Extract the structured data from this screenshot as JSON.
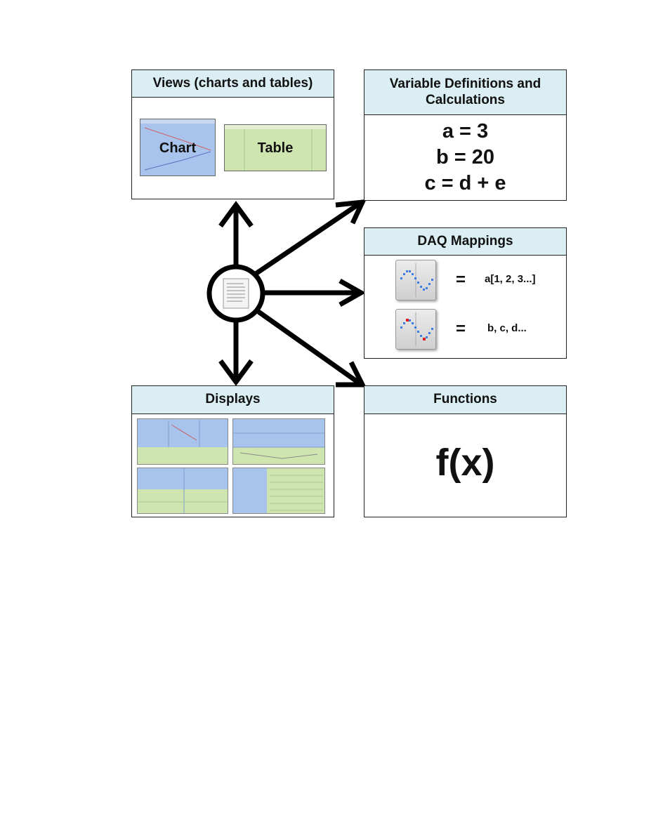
{
  "views": {
    "title": "Views (charts and tables)",
    "chart_label": "Chart",
    "table_label": "Table"
  },
  "variables": {
    "title_line1": "Variable Definitions and",
    "title_line2": "Calculations",
    "lines": [
      "a = 3",
      "b = 20",
      "c = d + e"
    ]
  },
  "daq": {
    "title": "DAQ Mappings",
    "mappings": [
      {
        "icon": "waveform-icon",
        "equals": "=",
        "value": "a[1, 2, 3...]"
      },
      {
        "icon": "waveform-selected-icon",
        "equals": "=",
        "value": "b, c, d..."
      }
    ]
  },
  "displays": {
    "title": "Displays"
  },
  "functions": {
    "title": "Functions",
    "expression": "f(x)"
  },
  "hub": {
    "icon": "document-icon"
  },
  "colors": {
    "header_bg": "#daeef3",
    "chart_blue": "#a9c4ec",
    "table_green": "#cfe5b0",
    "wave_blue": "#3b7de0",
    "wave_red": "#e02020"
  }
}
